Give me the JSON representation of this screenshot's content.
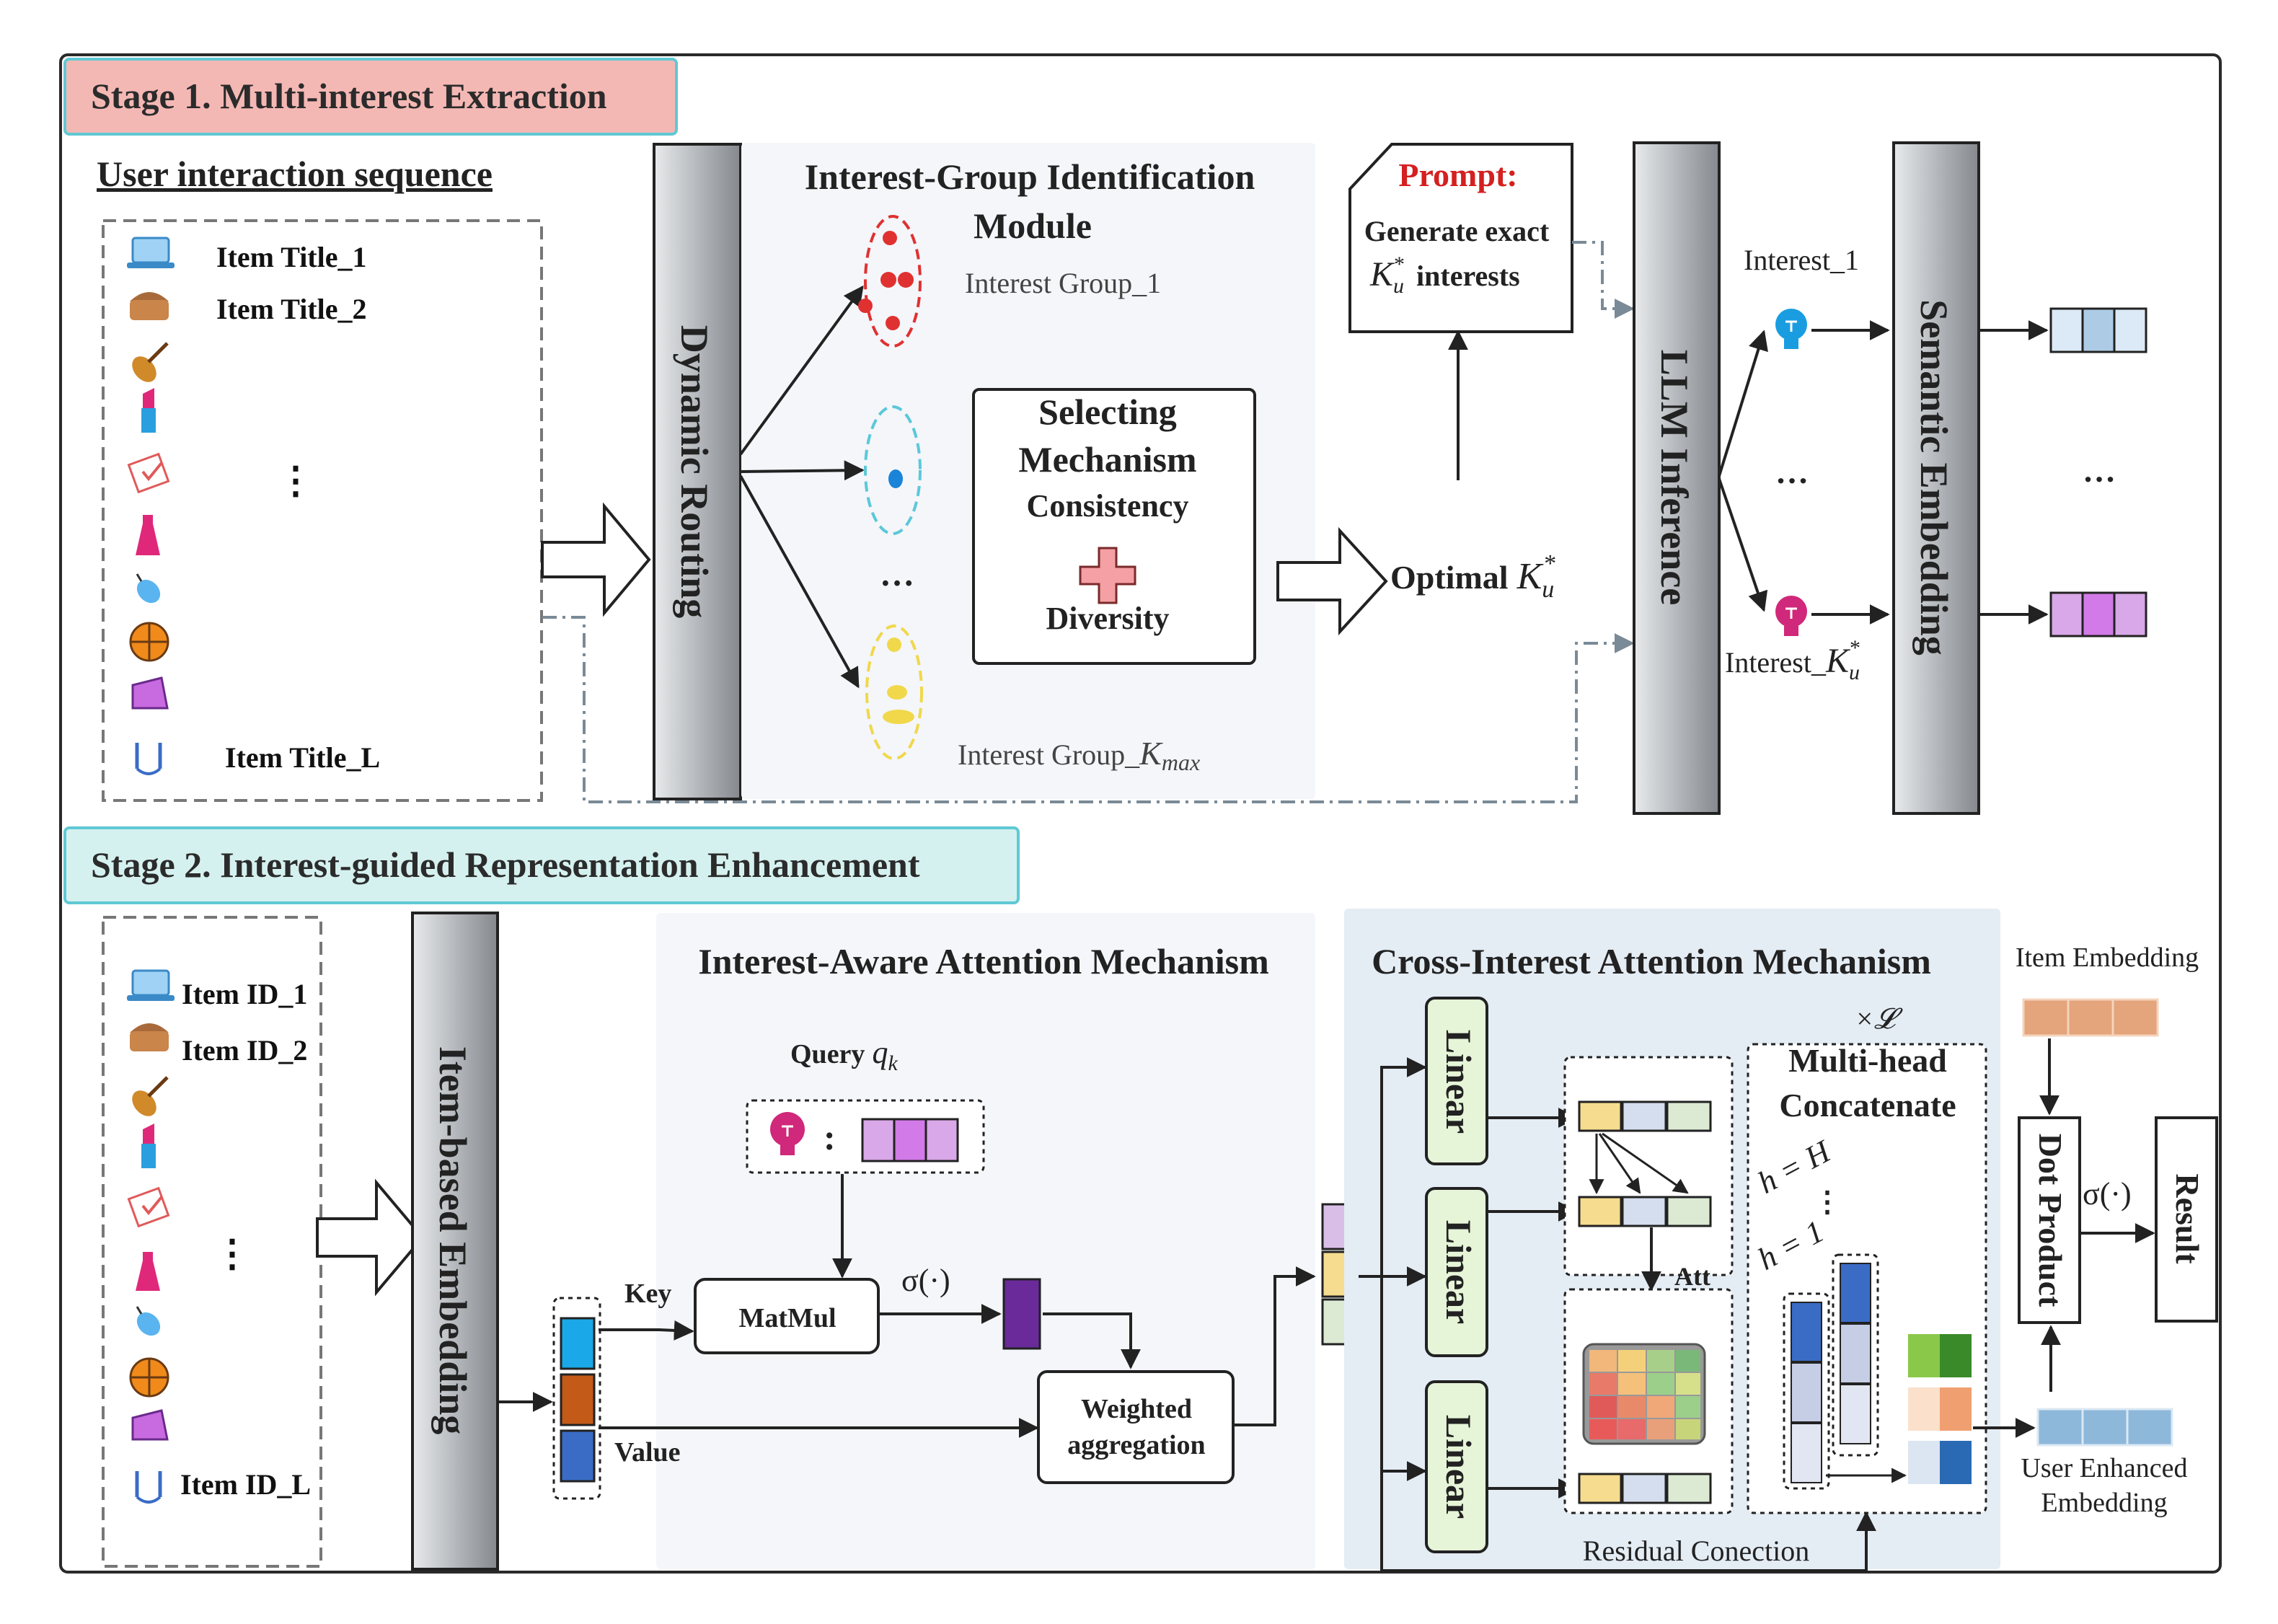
{
  "stage1": {
    "title": "Stage 1. Multi-interest Extraction",
    "sequence_title": "User interaction sequence",
    "items": [
      "Item Title_1",
      "Item Title_2",
      "Item Title_L"
    ],
    "dots": "⋮",
    "dynamic_routing": "Dynamic Routing",
    "igim_title_line1": "Interest-Group Identification",
    "igim_title_line2": "Module",
    "group1": "Interest Group_1",
    "groupK_prefix": "Interest Group_",
    "groupK_sub": "K",
    "groupK_subsub": "max",
    "ellipsis": "…",
    "selecting_line1": "Selecting",
    "selecting_line2": "Mechanism",
    "consistency": "Consistency",
    "diversity": "Diversity",
    "prompt_label": "Prompt:",
    "prompt_line1": "Generate exact",
    "prompt_line2_suffix": "interests",
    "optimal_label": "Optimal",
    "k_symbol": "K",
    "u_sub": "u",
    "star": "*",
    "llm_inference": "LLM Inference",
    "interest1": "Interest_1",
    "interestK_prefix": "Interest_",
    "semantic_embedding": "Semantic Embedding"
  },
  "stage2": {
    "title": "Stage 2. Interest-guided Representation Enhancement",
    "items": [
      "Item ID_1",
      "Item ID_2",
      "Item ID_L"
    ],
    "dots": "⋮",
    "item_embedding": "Item-based Embedding",
    "iaam_title": "Interest-Aware Attention Mechanism",
    "query_label": "Query",
    "query_sym": "q",
    "query_sub": "k",
    "colon": ":",
    "key": "Key",
    "value": "Value",
    "matmul": "MatMul",
    "sigma": "σ(·)",
    "weighted_line1": "Weighted",
    "weighted_line2": "aggregation",
    "ciam_title": "Cross-Interest Attention Mechanism",
    "linear": "Linear",
    "times_L": "×𝓛",
    "multihead_line1": "Multi-head",
    "multihead_line2": "Concatenate",
    "h_eq_H": "h = H",
    "h_eq_1": "h = 1",
    "att": "Att",
    "residual": "Residual Conection",
    "item_embedding_label": "Item Embedding",
    "dot_product": "Dot Product",
    "result": "Result",
    "user_enhanced_line1": "User Enhanced",
    "user_enhanced_line2": "Embedding"
  },
  "colors": {
    "stage1_header_bg": "#f4b8b4",
    "stage1_header_border": "#5fc9d4",
    "stage2_header_bg": "#d5f1ef",
    "stage2_header_border": "#5fc9d4",
    "module_bg": "#f4f6fa",
    "ciam_bg": "#e4ecf4",
    "linear_bg": "#e6f4d8",
    "prompt_red": "#d42020",
    "group_red": "#e03131",
    "group_cyan": "#5bc8d8",
    "group_yellow": "#f0d84a",
    "interest_blue": "#1a9de0",
    "interest_magenta": "#d0287a",
    "sem_embed_blue": "#aecbe6",
    "sem_embed_purple": "#d27ae8",
    "key_cyan": "#1aa8e8",
    "value_orange": "#c45a18",
    "value_blue": "#3a6cc6",
    "sigma_purple": "#6a2a9a",
    "item_embed_tan": "#e4a47c",
    "user_embed_blue": "#8eb8da"
  },
  "icons": [
    "laptop-icon",
    "basket-icon",
    "violin-icon",
    "lipstick-icon",
    "notebook-icon",
    "dress-icon",
    "mouse-icon",
    "basketball-icon",
    "sneaker-icon",
    "cable-icon",
    "lightbulb-icon",
    "plus-icon"
  ]
}
